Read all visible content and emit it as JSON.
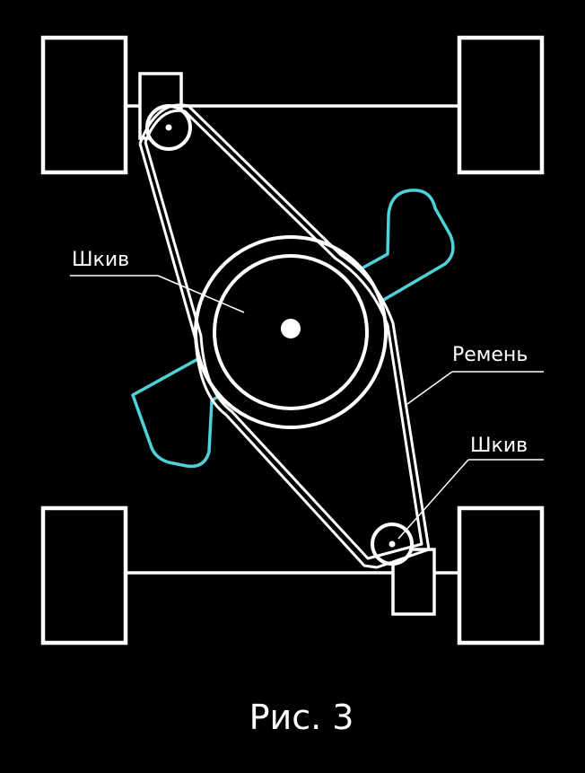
{
  "labels": {
    "pulley_main": "Шкив",
    "belt": "Ремень",
    "pulley_small": "Шкив"
  },
  "caption": "Рис. 3",
  "colors": {
    "background": "#000000",
    "line": "#ffffff",
    "accent": "#4fd1d9"
  }
}
